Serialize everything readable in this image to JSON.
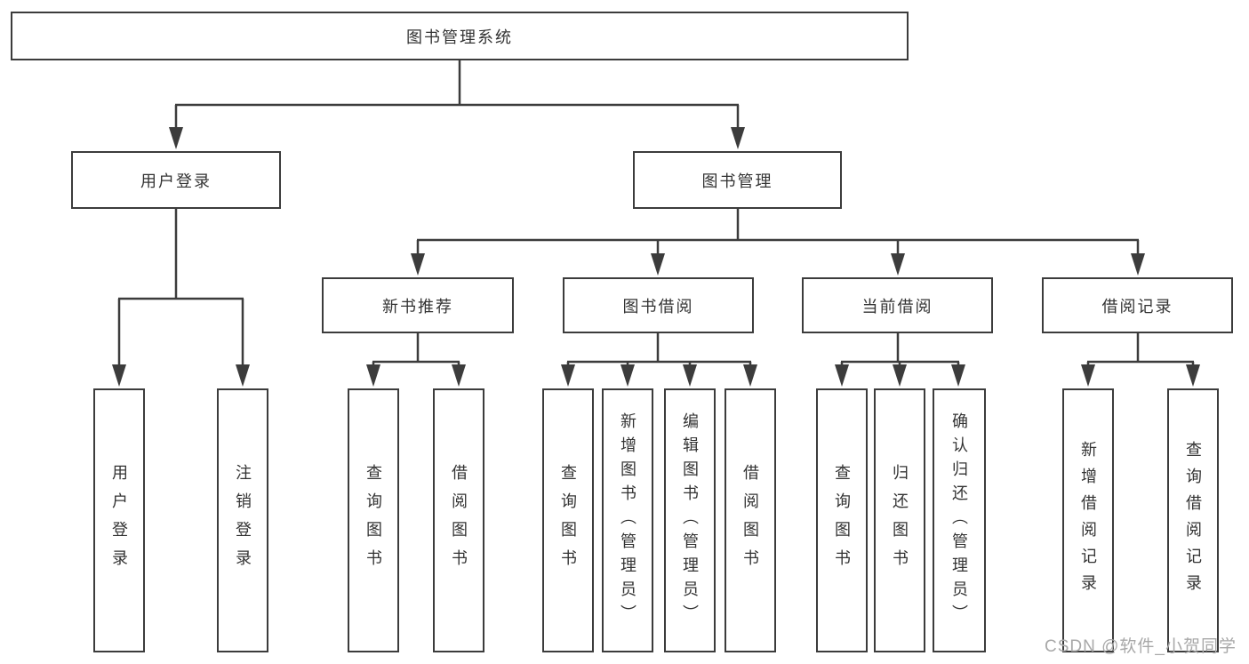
{
  "tree": {
    "root": {
      "label": "图书管理系统"
    },
    "branches": [
      {
        "label": "用户登录",
        "children": [
          {
            "label": "用户登录"
          },
          {
            "label": "注销登录"
          }
        ]
      },
      {
        "label": "图书管理",
        "children": [
          {
            "label": "新书推荐",
            "children": [
              {
                "label": "查询图书"
              },
              {
                "label": "借阅图书"
              }
            ]
          },
          {
            "label": "图书借阅",
            "children": [
              {
                "label": "查询图书"
              },
              {
                "label": "新增图书（管理员）"
              },
              {
                "label": "编辑图书（管理员）"
              },
              {
                "label": "借阅图书"
              }
            ]
          },
          {
            "label": "当前借阅",
            "children": [
              {
                "label": "查询图书"
              },
              {
                "label": "归还图书"
              },
              {
                "label": "确认归还（管理员）"
              }
            ]
          },
          {
            "label": "借阅记录",
            "children": [
              {
                "label": "新增借阅记录"
              },
              {
                "label": "查询借阅记录"
              }
            ]
          }
        ]
      }
    ]
  },
  "watermark": "CSDN @软件_小贺同学",
  "colors": {
    "line": "#3c3c3c",
    "text": "#333333",
    "box_background": "#ffffff",
    "page_background": "#ffffff",
    "watermark": "#a8a8a8"
  }
}
